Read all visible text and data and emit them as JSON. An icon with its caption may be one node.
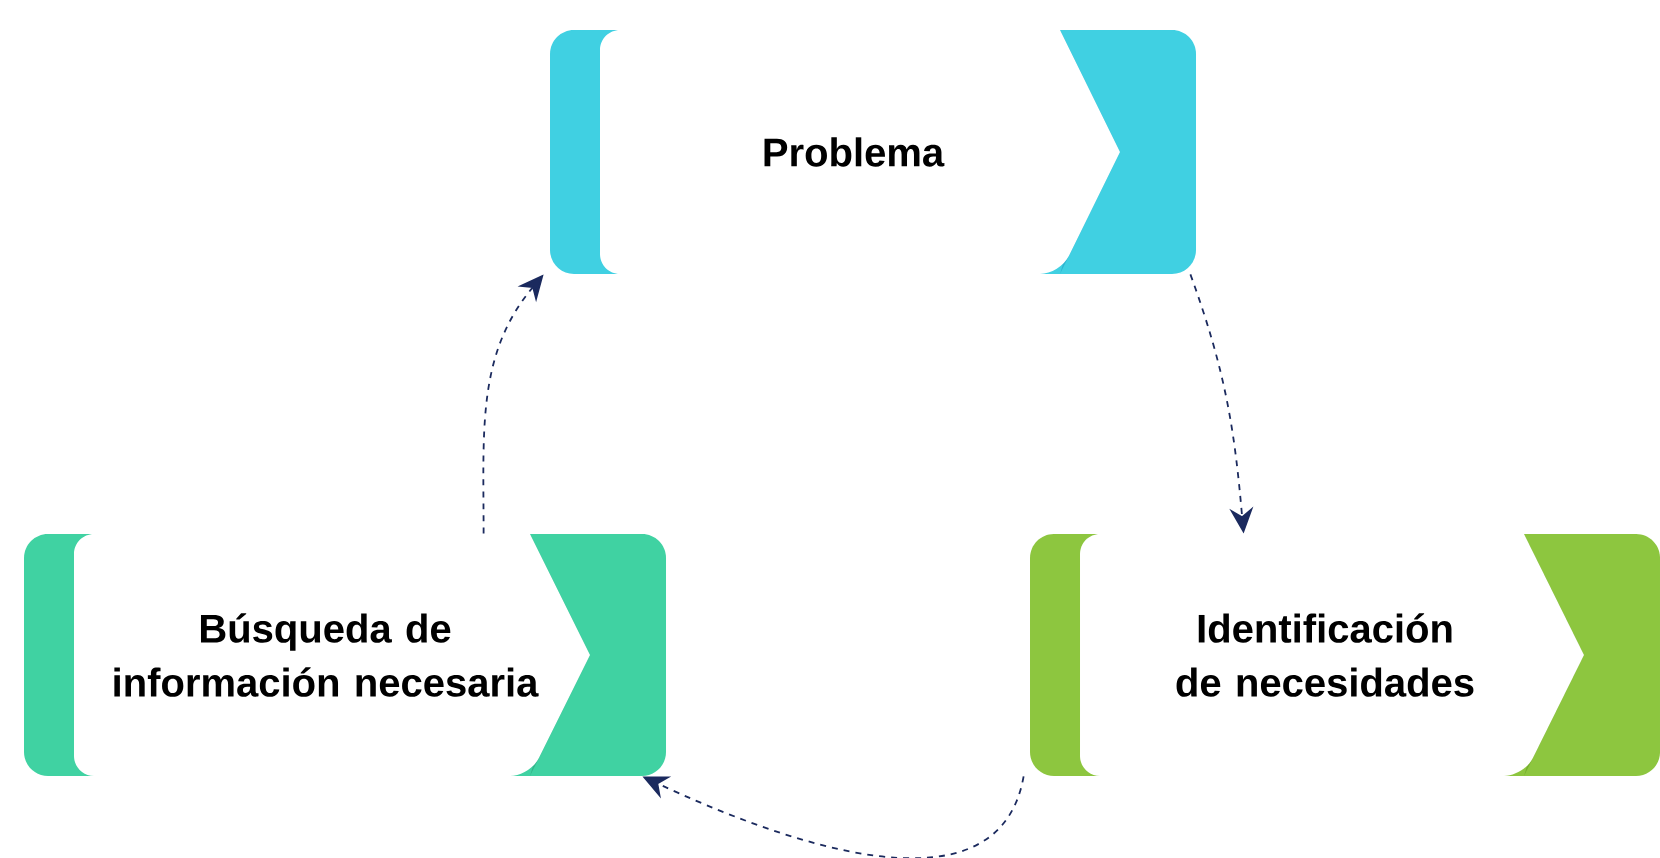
{
  "diagram": {
    "nodes": [
      {
        "text": [
          "Problema"
        ]
      },
      {
        "text": [
          "Identificación de necesidades"
        ]
      },
      {
        "text": [
          "Búsqueda de información necesaria"
        ]
      }
    ],
    "edges": [
      {
        "from": 0,
        "to": 1,
        "arrow": "to"
      },
      {
        "from": 1,
        "to": 2,
        "arrow": "to"
      },
      {
        "from": 2,
        "to": 0,
        "arrow": "to"
      }
    ]
  }
}
